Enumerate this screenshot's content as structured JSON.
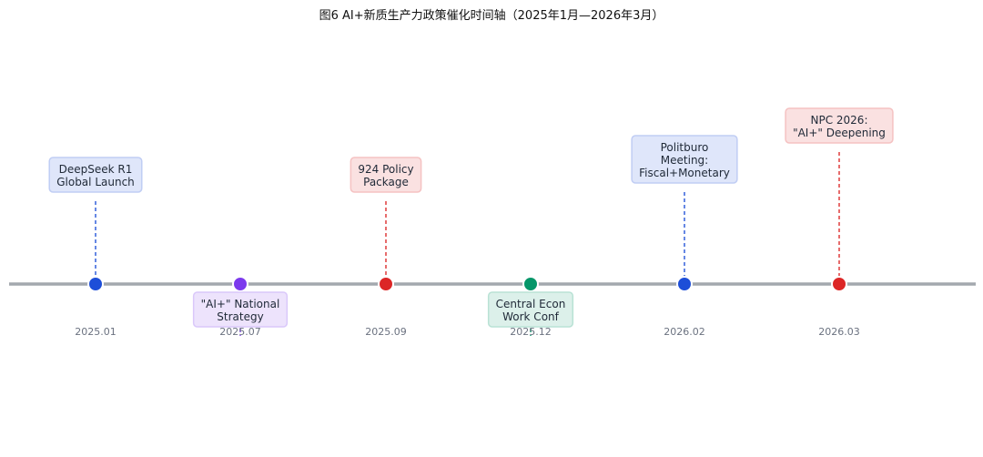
{
  "chart_data": {
    "type": "timeline",
    "title": "图6 AI+新质生产力政策催化时间轴（2025年1月—2026年3月）",
    "grid": false,
    "events": [
      {
        "date": "2025.01",
        "label": [
          "DeepSeek R1",
          "Global Launch"
        ],
        "color": "#1d4ed8",
        "label_position": "above"
      },
      {
        "date": "2025.07",
        "label": [
          "\"AI+\" National",
          "Strategy"
        ],
        "color": "#7c3aed",
        "label_position": "below"
      },
      {
        "date": "2025.09",
        "label": [
          "924 Policy",
          "Package"
        ],
        "color": "#dc2626",
        "label_position": "above"
      },
      {
        "date": "2025.12",
        "label": [
          "Central Econ",
          "Work Conf"
        ],
        "color": "#059669",
        "label_position": "below"
      },
      {
        "date": "2026.02",
        "label": [
          "Politburo",
          "Meeting:",
          "Fiscal+Monetary"
        ],
        "color": "#1d4ed8",
        "label_position": "above"
      },
      {
        "date": "2026.03",
        "label": [
          "NPC 2026:",
          "\"AI+\" Deepening"
        ],
        "color": "#dc2626",
        "label_position": "above"
      }
    ]
  }
}
